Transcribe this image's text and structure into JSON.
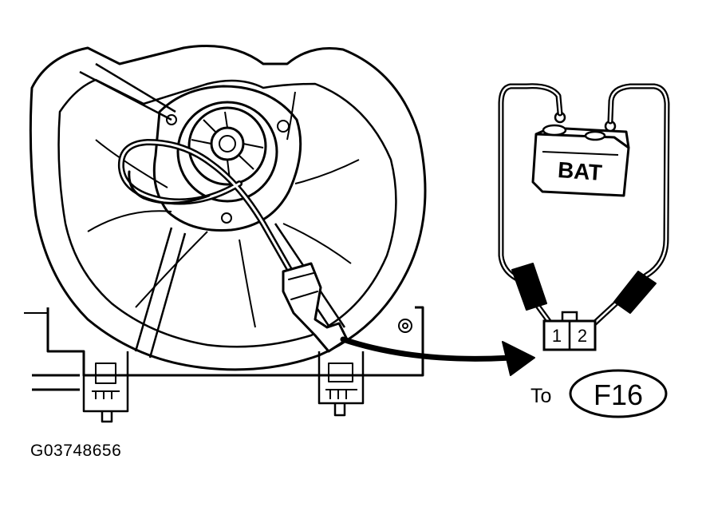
{
  "figure": {
    "code": "G03748656",
    "battery_label": "BAT",
    "pin_1": "1",
    "pin_2": "2",
    "to_label": "To",
    "connector_id": "F16",
    "colors": {
      "line": "#000000",
      "background": "#ffffff"
    }
  }
}
